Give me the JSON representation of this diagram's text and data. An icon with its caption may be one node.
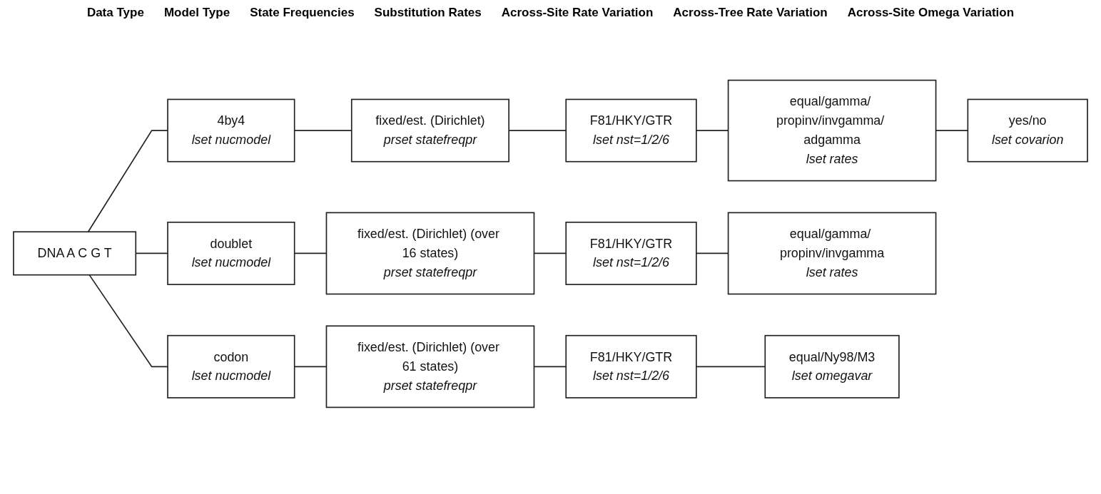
{
  "diagram": {
    "nodes": [
      {
        "text": [
          "DNA A C G T"
        ]
      },
      {
        "text": [
          "4by4",
          "lset nucmodel"
        ]
      },
      {
        "text": [
          "fixed/est. (Dirichlet)",
          "prset statefreqpr"
        ]
      },
      {
        "text": [
          "F81/HKY/GTR",
          "lset nst=1/2/6"
        ]
      },
      {
        "text": [
          "equal/gamma/ propinv/invgamma/ adgamma",
          "lset rates"
        ]
      },
      {
        "text": [
          "yes/no",
          "lset covarion"
        ]
      },
      {
        "text": [
          "doublet",
          "lset nucmodel"
        ]
      },
      {
        "text": [
          "fixed/est. (Dirichlet) (over 16 states)",
          "prset statefreqpr"
        ]
      },
      {
        "text": [
          "F81/HKY/GTR",
          "lset nst=1/2/6"
        ]
      },
      {
        "text": [
          "equal/gamma/ propinv/invgamma",
          "lset rates"
        ]
      },
      {
        "text": [
          "codon",
          "lset nucmodel"
        ]
      },
      {
        "text": [
          "fixed/est. (Dirichlet) (over 61 states)",
          "prset statefreqpr"
        ]
      },
      {
        "text": [
          "F81/HKY/GTR",
          "lset nst=1/2/6"
        ]
      },
      {
        "text": [
          "equal/Ny98/M3",
          "lset omegavar"
        ]
      }
    ],
    "edges": [
      {
        "from": 0,
        "to": 1,
        "arrow": "none"
      },
      {
        "from": 1,
        "to": 2,
        "arrow": "none"
      },
      {
        "from": 2,
        "to": 3,
        "arrow": "none"
      },
      {
        "from": 3,
        "to": 4,
        "arrow": "none"
      },
      {
        "from": 4,
        "to": 5,
        "arrow": "none"
      },
      {
        "from": 0,
        "to": 6,
        "arrow": "none"
      },
      {
        "from": 6,
        "to": 7,
        "arrow": "none"
      },
      {
        "from": 7,
        "to": 8,
        "arrow": "none"
      },
      {
        "from": 8,
        "to": 9,
        "arrow": "none"
      },
      {
        "from": 0,
        "to": 10,
        "arrow": "none"
      },
      {
        "from": 10,
        "to": 11,
        "arrow": "none"
      },
      {
        "from": 11,
        "to": 12,
        "arrow": "none"
      },
      {
        "from": 12,
        "to": 13,
        "arrow": "none"
      }
    ],
    "labels": [
      "Data Type",
      "Model Type",
      "State Frequencies",
      "Substitution Rates",
      "Across-Site Rate Variation",
      "Across-Tree Rate Variation",
      "Across-Site Omega Variation"
    ]
  }
}
